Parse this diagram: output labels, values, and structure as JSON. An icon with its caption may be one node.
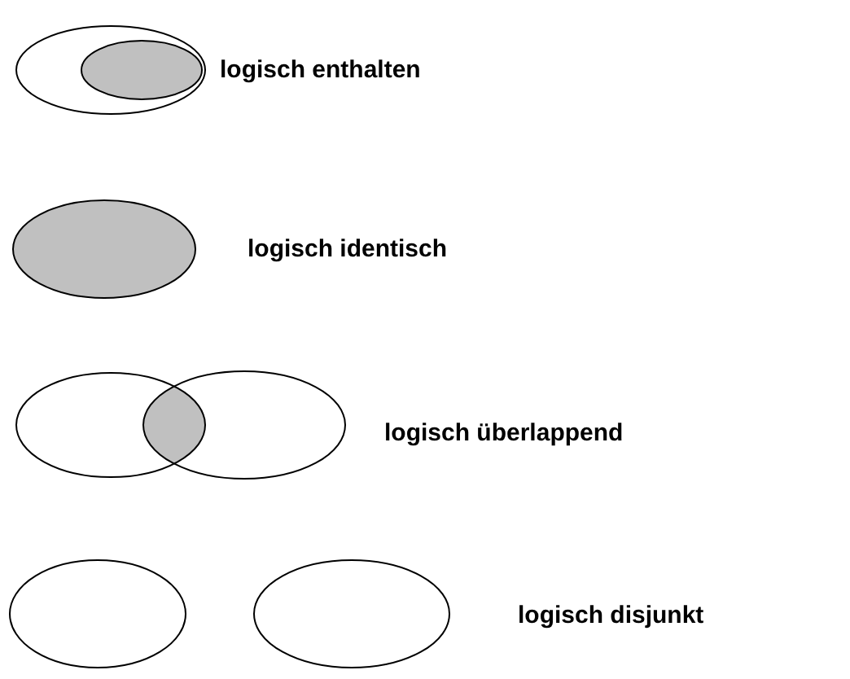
{
  "diagram": {
    "nodes": [
      {
        "text": [],
        "shape": "ellipse"
      },
      {
        "text": [],
        "shape": "ellipse",
        "in": 0
      },
      {
        "text": [],
        "shape": "ellipse"
      },
      {
        "text": [],
        "shape": "ellipse"
      },
      {
        "text": [],
        "shape": "ellipse"
      },
      {
        "text": [],
        "shape": "ellipse"
      },
      {
        "text": [],
        "shape": "ellipse"
      }
    ],
    "labels": [
      "logisch enthalten",
      "logisch identisch",
      "logisch überlappend",
      "logisch disjunkt"
    ]
  }
}
